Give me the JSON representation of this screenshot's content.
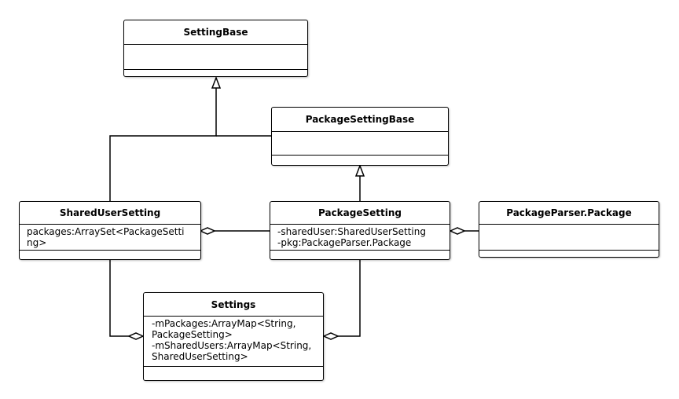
{
  "classes": {
    "setting_base": {
      "name": "SettingBase",
      "attributes": []
    },
    "package_setting_base": {
      "name": "PackageSettingBase",
      "attributes": []
    },
    "shared_user_setting": {
      "name": "SharedUserSetting",
      "attributes": [
        "packages:ArraySet<PackageSetti",
        "ng>"
      ]
    },
    "package_setting": {
      "name": "PackageSetting",
      "attributes": [
        "-sharedUser:SharedUserSetting",
        "-pkg:PackageParser.Package"
      ]
    },
    "package_parser_package": {
      "name": "PackageParser.Package",
      "attributes": []
    },
    "settings": {
      "name": "Settings",
      "attributes": [
        "-mPackages:ArrayMap<String,",
        "PackageSetting>",
        "-mSharedUsers:ArrayMap<String,",
        "SharedUserSetting>"
      ]
    }
  },
  "relationships": [
    {
      "type": "generalization",
      "from": "shared_user_setting",
      "to": "setting_base"
    },
    {
      "type": "generalization",
      "from": "package_setting_base",
      "to": "setting_base"
    },
    {
      "type": "generalization",
      "from": "package_setting",
      "to": "package_setting_base"
    },
    {
      "type": "aggregation",
      "whole": "shared_user_setting",
      "part": "package_setting"
    },
    {
      "type": "aggregation",
      "whole": "package_setting",
      "part": "package_parser_package"
    },
    {
      "type": "aggregation",
      "whole": "settings",
      "part": "shared_user_setting"
    },
    {
      "type": "aggregation",
      "whole": "settings",
      "part": "package_setting"
    }
  ],
  "colors": {
    "stroke": "#000000",
    "fill": "#ffffff"
  }
}
